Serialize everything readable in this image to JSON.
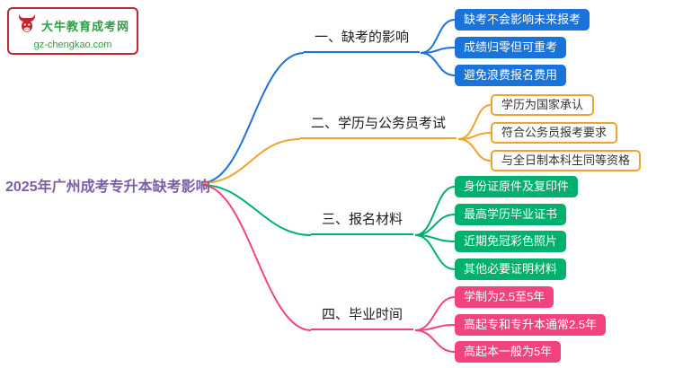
{
  "logo": {
    "site_name": "大牛教育成考网",
    "site_url": "gz-chengkao.com"
  },
  "root": {
    "label": "2025年广州成考专升本缺考影响"
  },
  "branches": [
    {
      "label": "一、缺考的影响",
      "color": "#1a73d9",
      "style": "filled",
      "children": [
        {
          "text": "缺考不会影响未来报考"
        },
        {
          "text": "成绩归零但可重考"
        },
        {
          "text": "避免浪费报名费用"
        }
      ]
    },
    {
      "label": "二、学历与公务员考试",
      "color": "#f0a32e",
      "style": "outlined",
      "children": [
        {
          "text": "学历为国家承认"
        },
        {
          "text": "符合公务员报考要求"
        },
        {
          "text": "与全日制本科生同等资格"
        }
      ]
    },
    {
      "label": "三、报名材料",
      "color": "#00b16d",
      "style": "filled",
      "children": [
        {
          "text": "身份证原件及复印件"
        },
        {
          "text": "最高学历毕业证书"
        },
        {
          "text": "近期免冠彩色照片"
        },
        {
          "text": "其他必要证明材料"
        }
      ]
    },
    {
      "label": "四、毕业时间",
      "color": "#f2437f",
      "style": "filled",
      "children": [
        {
          "text": "学制为2.5至5年"
        },
        {
          "text": "高起专和专升本通常2.5年"
        },
        {
          "text": "高起本一般为5年"
        }
      ]
    }
  ],
  "palette": {
    "central_text": "#7b5fa5",
    "blue": "#1a73d9",
    "orange": "#f0a32e",
    "green": "#00b16d",
    "pink": "#f2437f",
    "logo_red": "#c1272d",
    "logo_green": "#2f9e45",
    "background": "#ffffff"
  }
}
